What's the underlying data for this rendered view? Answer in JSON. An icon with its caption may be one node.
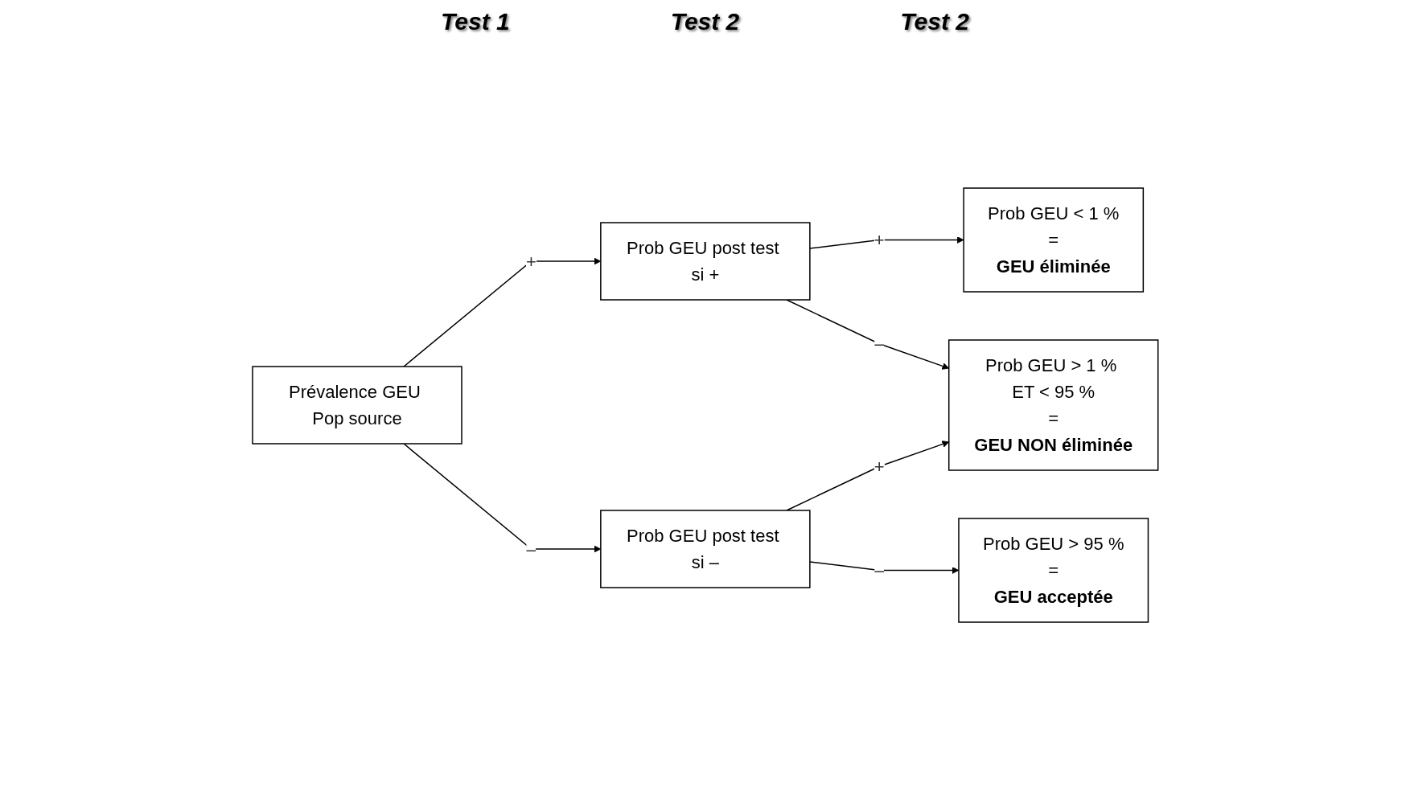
{
  "diagram": {
    "nodes": [
      {
        "text": [
          "Prévalence GEU Pop source"
        ]
      },
      {
        "text": [
          "Prob GEU post test si +"
        ]
      },
      {
        "text": [
          "Prob GEU post test si –"
        ]
      },
      {
        "text": [
          "Prob GEU < 1 %",
          "=",
          "GEU éliminée"
        ]
      },
      {
        "text": [
          "Prob GEU > 1 % ET < 95 %",
          "=",
          "GEU NON éliminée"
        ]
      },
      {
        "text": [
          "Prob GEU > 95 %",
          "=",
          "GEU acceptée"
        ]
      }
    ],
    "edges": [
      {
        "from": 0,
        "to": 1,
        "arrow": "to",
        "label": "+"
      },
      {
        "from": 0,
        "to": 2,
        "arrow": "to",
        "label": "–"
      },
      {
        "from": 1,
        "to": 3,
        "arrow": "to",
        "label": "+"
      },
      {
        "from": 1,
        "to": 4,
        "arrow": "to",
        "label": "–"
      },
      {
        "from": 2,
        "to": 4,
        "arrow": "to",
        "label": "+"
      },
      {
        "from": 2,
        "to": 5,
        "arrow": "to",
        "label": "–"
      }
    ],
    "labels": [
      "Test 1",
      "Test 2",
      "Test 2"
    ]
  }
}
